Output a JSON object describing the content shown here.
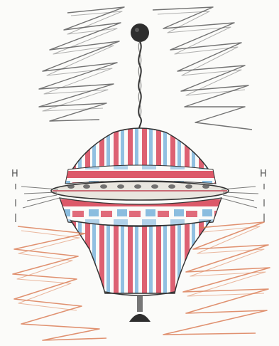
{
  "drawing": {
    "subject": "spinning-top-pencil-sketch",
    "colors": {
      "pencil": "#3a3a3a",
      "red": "#d9475a",
      "blue": "#7fb6dd",
      "orange": "#d9774d",
      "paper": "#fbfbf9"
    },
    "left_marker": "H",
    "right_marker": "H"
  }
}
